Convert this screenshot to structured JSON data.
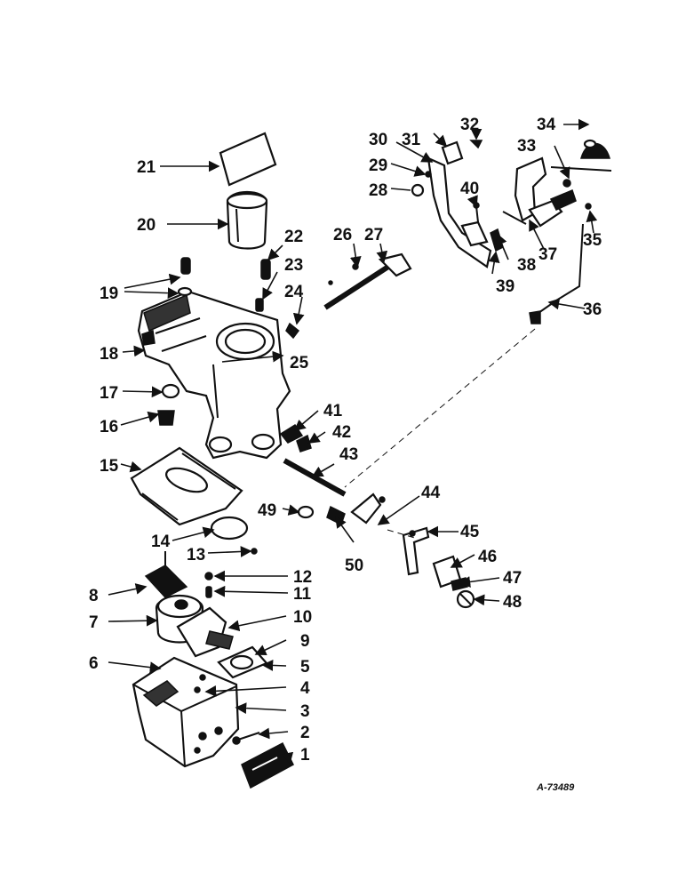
{
  "diagram": {
    "drawing_ref": "A-73489",
    "callouts": [
      "1",
      "2",
      "3",
      "4",
      "5",
      "6",
      "7",
      "8",
      "9",
      "10",
      "11",
      "12",
      "13",
      "14",
      "15",
      "16",
      "17",
      "18",
      "19",
      "20",
      "21",
      "22",
      "23",
      "24",
      "25",
      "26",
      "27",
      "28",
      "29",
      "30",
      "31",
      "32",
      "33",
      "34",
      "35",
      "36",
      "37",
      "38",
      "39",
      "40",
      "41",
      "42",
      "43",
      "44",
      "45",
      "46",
      "47",
      "48",
      "49",
      "50"
    ]
  }
}
